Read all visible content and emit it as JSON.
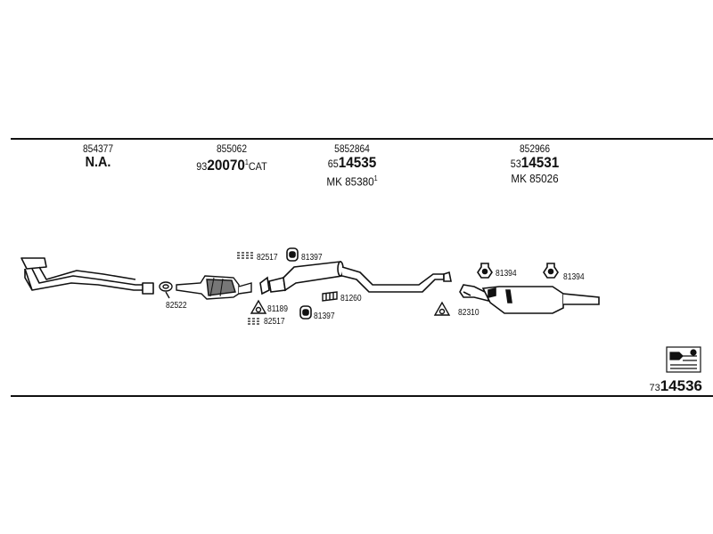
{
  "headers": [
    {
      "number": "854377",
      "line2": "N.A.",
      "line3": ""
    },
    {
      "number": "855062",
      "line2_prefix": "93",
      "line2_main": "20070",
      "line2_sup": "1",
      "line2_suffix": "CAT",
      "line3": ""
    },
    {
      "number": "5852864",
      "line2_prefix": "65",
      "line2_main": "14535",
      "line3_text": "MK 85380",
      "line3_sup": "1"
    },
    {
      "number": "852966",
      "line2_prefix": "53",
      "line2_main": "14531",
      "line3_text": "MK 85026"
    }
  ],
  "part_labels": {
    "p82522": "82522",
    "p82517_top": "82517",
    "p81397_top": "81397",
    "p81189": "81189",
    "p82517_bottom": "82517",
    "p81397_bottom": "81397",
    "p81260": "81260",
    "p81394_a": "81394",
    "p81394_b": "81394",
    "p82310": "82310"
  },
  "reference": {
    "prefix": "73",
    "main": "14536"
  },
  "icons": [
    "manifold-icon",
    "catalyst-icon",
    "muffler-icon",
    "rear-muffler-icon",
    "rubber-hanger-icon",
    "gasket-icon",
    "clamp-icon",
    "spring-bolt-icon",
    "book-icon"
  ]
}
